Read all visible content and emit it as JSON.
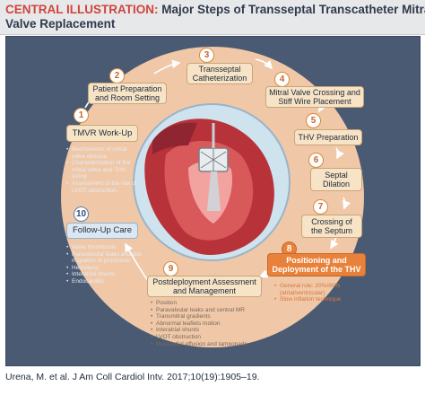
{
  "title": {
    "kicker": "CENTRAL ILLUSTRATION:",
    "line1": "Major Steps of Transseptal Transcatheter Mitral",
    "line2": "Valve Replacement"
  },
  "steps": [
    {
      "num": "1",
      "label": "TMVR Work-Up"
    },
    {
      "num": "2",
      "label": "Patient Preparation and Room Setting"
    },
    {
      "num": "3",
      "label": "Transseptal Catheterization"
    },
    {
      "num": "4",
      "label": "Mitral Valve Crossing and Stiff Wire Placement"
    },
    {
      "num": "5",
      "label": "THV Preparation"
    },
    {
      "num": "6",
      "label": "Septal Dilation"
    },
    {
      "num": "7",
      "label": "Crossing of the Septum"
    },
    {
      "num": "8",
      "label": "Positioning and Deployment of the THV"
    },
    {
      "num": "9",
      "label": "Postdeployment Assessment and Management"
    },
    {
      "num": "10",
      "label": "Follow-Up Care"
    }
  ],
  "workup_bullets": [
    "Mechanisms of mitral valve disease",
    "Characterization of the mitral valve and THV sizing",
    "Assessment of the risk of LVOT obstruction"
  ],
  "followup_bullets": [
    "Valve thrombosis",
    "Paravalvular leaks and late migration of prosthesis",
    "Hemolysis",
    "Interatrial shunts",
    "Endocarditis"
  ],
  "deployment_bullets": [
    "General rule: 20%/80% (atrial/ventricular)",
    "Slow inflation technique"
  ],
  "postdeploy_bullets": [
    "Position",
    "Paravalvular leaks and central MR",
    "Transmitral gradients",
    "Abnormal leaflets motion",
    "Interatrial shunts",
    "LVOT obstruction",
    "Pericardial effusion and tamponade"
  ],
  "citation": "Urena, M. et al. J Am Coll Cardiol Intv. 2017;10(19):1905–19.",
  "colors": {
    "panel": "#4a5a73",
    "oval": "#f0c8a8",
    "box": "#f7e3c5",
    "blue_box": "#dbe8f3",
    "orange_box": "#e8823a",
    "title_kicker": "#d0443a"
  }
}
